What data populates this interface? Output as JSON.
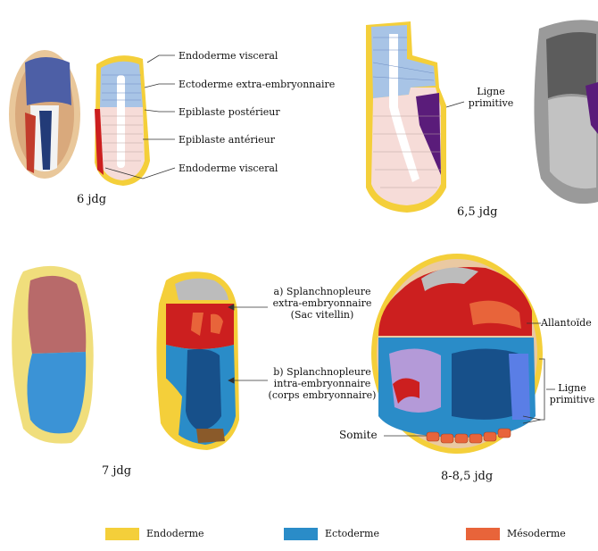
{
  "colors": {
    "endoderm": "#f4cf3a",
    "ectoderm": "#2a8cc8",
    "mesoderm": "#e8643a",
    "extra_mesoderm": "#cc1f1f",
    "primitive_streak": "#5a1c7a",
    "epiblast": "#f6dcd8",
    "visceral_endoderm_blue": "#a8c4e6"
  },
  "panel_6": {
    "stage": "6 jdg",
    "labels": [
      "Endoderme visceral",
      "Ectoderme extra-embryonnaire",
      "Epiblaste postérieur",
      "Epiblaste antérieur",
      "Endoderme visceral"
    ]
  },
  "panel_65": {
    "stage": "6,5 jdg",
    "label_primitive_streak": [
      "Ligne",
      "primitive"
    ]
  },
  "panel_7": {
    "stage": "7 jdg",
    "label_a": [
      "a) Splanchnopleure",
      "extra-embryonnaire",
      "(Sac vitellin)"
    ],
    "label_b": [
      "b) Splanchnopleure",
      "intra-embryonnaire",
      "(corps embryonnaire)"
    ]
  },
  "panel_8": {
    "stage": "8-8,5 jdg",
    "label_allantois": "Allantoïde",
    "label_primitive_streak": [
      "Ligne",
      "primitive"
    ],
    "label_somite": "Somite"
  },
  "legend": [
    {
      "name": "Endoderme",
      "color": "#f4cf3a"
    },
    {
      "name": "Ectoderme",
      "color": "#2a8cc8"
    },
    {
      "name": "Mésoderme",
      "color": "#e8643a"
    }
  ]
}
